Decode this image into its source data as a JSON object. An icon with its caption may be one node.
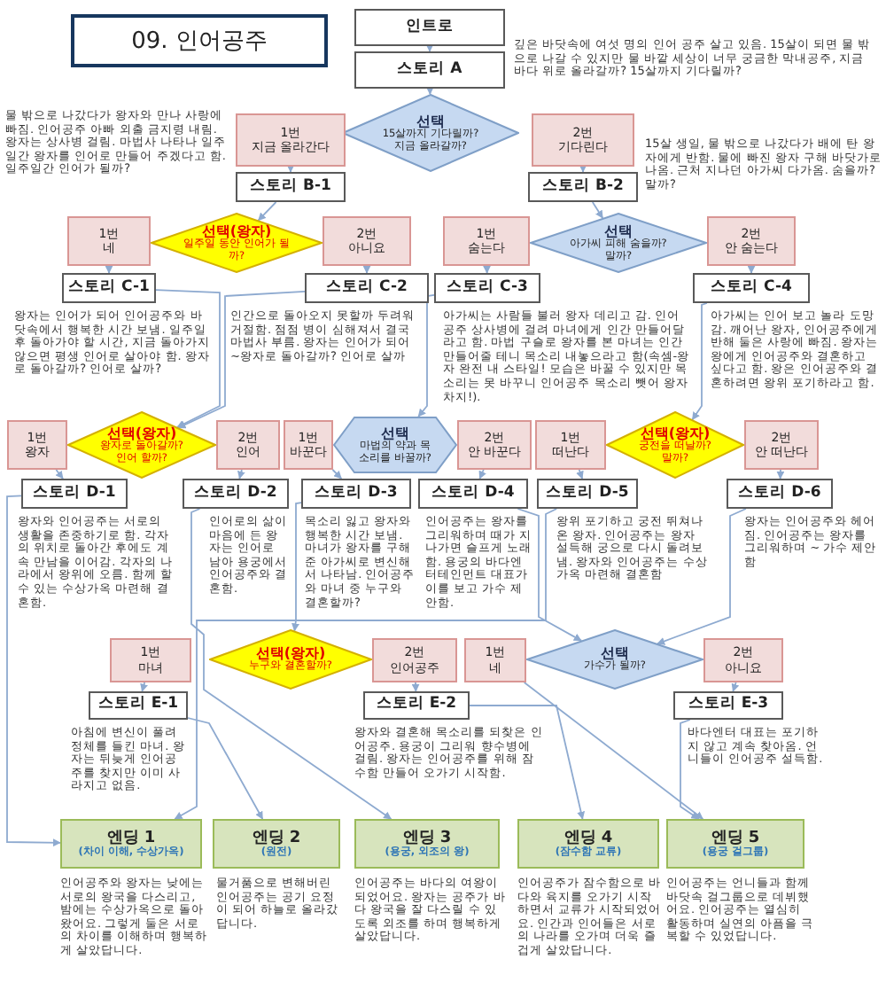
{
  "diagram": {
    "title": "09. 인어공주",
    "nodes": [
      {
        "text": [
          "인트로"
        ]
      },
      {
        "text": [
          "스토리 A"
        ],
        "beside": [
          "깊은 바닷속에 여섯 명의 인어 공주 살고 있음. 15살이 되면 물 밖으로 나갈 수 있지만 물 바깥 세상이 너무 궁금한 막내공주, 지금 바다 위로 올라갈까? 15살까지 기다릴까?"
        ]
      },
      {
        "text": [
          "선택",
          "15살까지 기다릴까? 지금 올라갈까?"
        ]
      },
      {
        "text": [
          "1번",
          "지금 올라간다"
        ]
      },
      {
        "text": [
          "2번",
          "기다린다"
        ]
      },
      {
        "text": [
          "스토리 B-1"
        ],
        "beside": [
          "물 밖으로 나갔다가 왕자와 만나 사랑에 빠짐. 인어공주 아빠 외출 금지령 내림. 왕자는 상사병 걸림. 마법사 나타나 일주일간 왕자를 인어로 만들어 주겠다고 함. 일주일간 인어가 될까?"
        ]
      },
      {
        "text": [
          "스토리 B-2"
        ],
        "beside": [
          "15살 생일, 물 밖으로 나갔다가 배에 탄 왕자에게 반함. 물에 빠진 왕자 구해 바닷가로 나옴. 근처 지나던 아가씨 다가옴. 숨을까? 말까?"
        ]
      },
      {
        "text": [
          "선택(왕자)",
          "일주일 동안 인어가 될까?"
        ]
      },
      {
        "text": [
          "1번",
          "네"
        ]
      },
      {
        "text": [
          "2번",
          "아니요"
        ]
      },
      {
        "text": [
          "선택",
          "아가씨 피해 숨을까? 말까?"
        ]
      },
      {
        "text": [
          "1번",
          "숨는다"
        ]
      },
      {
        "text": [
          "2번",
          "안 숨는다"
        ]
      },
      {
        "text": [
          "스토리 C-1"
        ],
        "beside": [
          "왕자는 인어가 되어 인어공주와 바닷속에서 행복한 시간 보냄. 일주일 후 돌아가야 할 시간, 지금 돌아가지 않으면 평생 인어로 살아야 함. 왕자로 돌아갈까? 인어로 살까?"
        ]
      },
      {
        "text": [
          "스토리 C-2"
        ],
        "beside": [
          "인간으로 돌아오지 못할까 두려워 거절함. 점점 병이 심해져서 결국 마법사 부름. 왕자는 인어가 되어~왕자로 돌아갈까? 인어로 살까"
        ]
      },
      {
        "text": [
          "스토리 C-3"
        ],
        "beside": [
          "아가씨는 사람들 불러 왕자 데리고 감. 인어공주 상사병에 걸려 마녀에게 인간 만들어달라고 함. 마법 구슬로 왕자를 본 마녀는 인간 만들어줄 테니 목소리 내놓으라고 함(속셈-왕자 완전 내 스타일! 모습은 바꿀 수 있지만 목소리는 못 바꾸니 인어공주 목소리 뺏어 왕자 차지!)."
        ]
      },
      {
        "text": [
          "스토리 C-4"
        ],
        "beside": [
          "아가씨는 인어 보고 놀라 도망감. 깨어난 왕자, 인어공주에게 반해 둘은 사랑에 빠짐. 왕자는 왕에게 인어공주와 결혼하고 싶다고 함. 왕은 인어공주와 결혼하려면 왕위 포기하라고 함."
        ]
      },
      {
        "text": [
          "선택(왕자)",
          "왕자로 돌아갈까? 인어 할까?"
        ]
      },
      {
        "text": [
          "1번",
          "왕자"
        ]
      },
      {
        "text": [
          "2번",
          "인어"
        ]
      },
      {
        "text": [
          "선택",
          "마법의 약과 목소리를 바꿀까?"
        ]
      },
      {
        "text": [
          "1번",
          "바꾼다"
        ]
      },
      {
        "text": [
          "2번",
          "안 바꾼다"
        ]
      },
      {
        "text": [
          "선택(왕자)",
          "궁전을 떠날까? 말까?"
        ]
      },
      {
        "text": [
          "1번",
          "떠난다"
        ]
      },
      {
        "text": [
          "2번",
          "안 떠난다"
        ]
      },
      {
        "text": [
          "스토리 D-1"
        ],
        "beside": [
          "왕자와 인어공주는 서로의 생활을 존중하기로 함. 각자의 위치로 돌아간 후에도 계속 만남을 이어감. 각자의 나라에서 왕위에 오름. 함께 할 수 있는 수상가옥 마련해 결혼함."
        ]
      },
      {
        "text": [
          "스토리 D-2"
        ],
        "beside": [
          "인어로의 삶이 마음에 든 왕자는 인어로 남아 용궁에서 인어공주와 결혼함."
        ]
      },
      {
        "text": [
          "스토리 D-3"
        ],
        "beside": [
          "목소리 잃고 왕자와 행복한 시간 보냄. 마녀가 왕자를 구해준 아가씨로 변신해서 나타남. 인어공주와 마녀 중 누구와 결혼할까?"
        ]
      },
      {
        "text": [
          "스토리 D-4"
        ],
        "beside": [
          "인어공주는 왕자를 그리워하며 때가 지나가면 슬프게 노래함. 용궁의 바다엔터테인먼트 대표가 이를 보고 가수 제안함."
        ]
      },
      {
        "text": [
          "스토리 D-5"
        ],
        "beside": [
          "왕위 포기하고 궁전 뛰쳐나온 왕자. 인어공주는 왕자 설득해 궁으로 다시 돌려보냄. 왕자와 인어공주는 수상가옥 마련해 결혼함"
        ]
      },
      {
        "text": [
          "스토리 D-6"
        ],
        "beside": [
          "왕자는 인어공주와 헤어짐. 인어공주는 왕자를 그리워하며 ~ 가수 제안함"
        ]
      },
      {
        "text": [
          "선택(왕자)",
          "누구와 결혼할까?"
        ]
      },
      {
        "text": [
          "1번",
          "마녀"
        ]
      },
      {
        "text": [
          "2번",
          "인어공주"
        ]
      },
      {
        "text": [
          "선택",
          "가수가 될까?"
        ]
      },
      {
        "text": [
          "1번",
          "네"
        ]
      },
      {
        "text": [
          "2번",
          "아니요"
        ]
      },
      {
        "text": [
          "스토리 E-1"
        ],
        "beside": [
          "아침에 변신이 풀려 정체를 들킨 마녀. 왕자는 뒤늦게 인어공주를 찾지만 이미 사라지고 없음."
        ]
      },
      {
        "text": [
          "스토리 E-2"
        ],
        "beside": [
          "왕자와 결혼해 목소리를 되찾은 인어공주. 용궁이 그리워 향수병에 걸림. 왕자는 인어공주를 위해 잠수함 만들어 오가기 시작함."
        ]
      },
      {
        "text": [
          "스토리 E-3"
        ],
        "beside": [
          "바다엔터 대표는 포기하지 않고 계속 찾아옴. 언니들이 인어공주 설득함."
        ]
      },
      {
        "text": [
          "엔딩 1",
          "(차이 이해, 수상가옥)"
        ],
        "beside": [
          "인어공주와 왕자는 낮에는 서로의 왕국을 다스리고, 밤에는 수상가옥으로 돌아왔어요. 그렇게 둘은 서로의 차이를 이해하며 행복하게 살았답니다."
        ]
      },
      {
        "text": [
          "엔딩 2",
          "(원전)"
        ],
        "beside": [
          "물거품으로 변해버린 인어공주는 공기 요정이 되어 하늘로 올라갔답니다."
        ]
      },
      {
        "text": [
          "엔딩 3",
          "(용궁, 외조의 왕)"
        ],
        "beside": [
          "인어공주는 바다의 여왕이 되었어요. 왕자는 공주가 바다 왕국을 잘 다스릴 수 있도록 외조를 하며 행복하게 살았답니다."
        ]
      },
      {
        "text": [
          "엔딩 4",
          "(잠수함 교류)"
        ],
        "beside": [
          "인어공주가 잠수함으로 바다와 육지를 오가기 시작하면서 교류가 시작되었어요. 인간과 인어들은 서로의 나라를 오가며 더욱 즐겁게 살았답니다."
        ]
      },
      {
        "text": [
          "엔딩 5",
          "(용궁 걸그룹)"
        ],
        "beside": [
          "인어공주는 언니들과 함께 바닷속 걸그룹으로 데뷔했어요. 인어공주는 열심히 활동하며 실연의 아픔을 극복할 수 있었답니다."
        ]
      }
    ],
    "edges": [
      {
        "from": 0,
        "to": 1,
        "arrow": "to"
      },
      {
        "from": 1,
        "to": 2,
        "arrow": "to"
      },
      {
        "from": 3,
        "to": 5,
        "arrow": "to"
      },
      {
        "from": 4,
        "to": 6,
        "arrow": "to"
      },
      {
        "from": 5,
        "to": 7,
        "arrow": "to"
      },
      {
        "from": 6,
        "to": 10,
        "arrow": "to"
      },
      {
        "from": 8,
        "to": 13,
        "arrow": "to"
      },
      {
        "from": 9,
        "to": 14,
        "arrow": "to"
      },
      {
        "from": 11,
        "to": 15,
        "arrow": "to"
      },
      {
        "from": 12,
        "to": 16,
        "arrow": "to"
      },
      {
        "from": 13,
        "to": 17,
        "arrow": "to"
      },
      {
        "from": 14,
        "to": 17,
        "arrow": "to"
      },
      {
        "from": 15,
        "to": 20,
        "arrow": "to"
      },
      {
        "from": 16,
        "to": 23,
        "arrow": "to"
      },
      {
        "from": 18,
        "to": 26,
        "arrow": "to"
      },
      {
        "from": 19,
        "to": 27,
        "arrow": "to"
      },
      {
        "from": 21,
        "to": 28,
        "arrow": "to"
      },
      {
        "from": 22,
        "to": 29,
        "arrow": "to"
      },
      {
        "from": 24,
        "to": 30,
        "arrow": "to"
      },
      {
        "from": 25,
        "to": 31,
        "arrow": "to"
      },
      {
        "from": 26,
        "to": 41,
        "arrow": "to"
      },
      {
        "from": 27,
        "to": 43,
        "arrow": "to"
      },
      {
        "from": 28,
        "to": 32,
        "arrow": "to"
      },
      {
        "from": 29,
        "to": 35,
        "arrow": "to"
      },
      {
        "from": 30,
        "to": 41,
        "arrow": "to"
      },
      {
        "from": 31,
        "to": 35,
        "arrow": "to"
      },
      {
        "from": 33,
        "to": 38,
        "arrow": "to"
      },
      {
        "from": 34,
        "to": 39,
        "arrow": "to"
      },
      {
        "from": 36,
        "to": 45,
        "arrow": "to"
      },
      {
        "from": 37,
        "to": 40,
        "arrow": "to"
      },
      {
        "from": 38,
        "to": 42,
        "arrow": "to"
      },
      {
        "from": 39,
        "to": 44,
        "arrow": "to"
      },
      {
        "from": 40,
        "to": 45,
        "arrow": "to"
      }
    ]
  }
}
